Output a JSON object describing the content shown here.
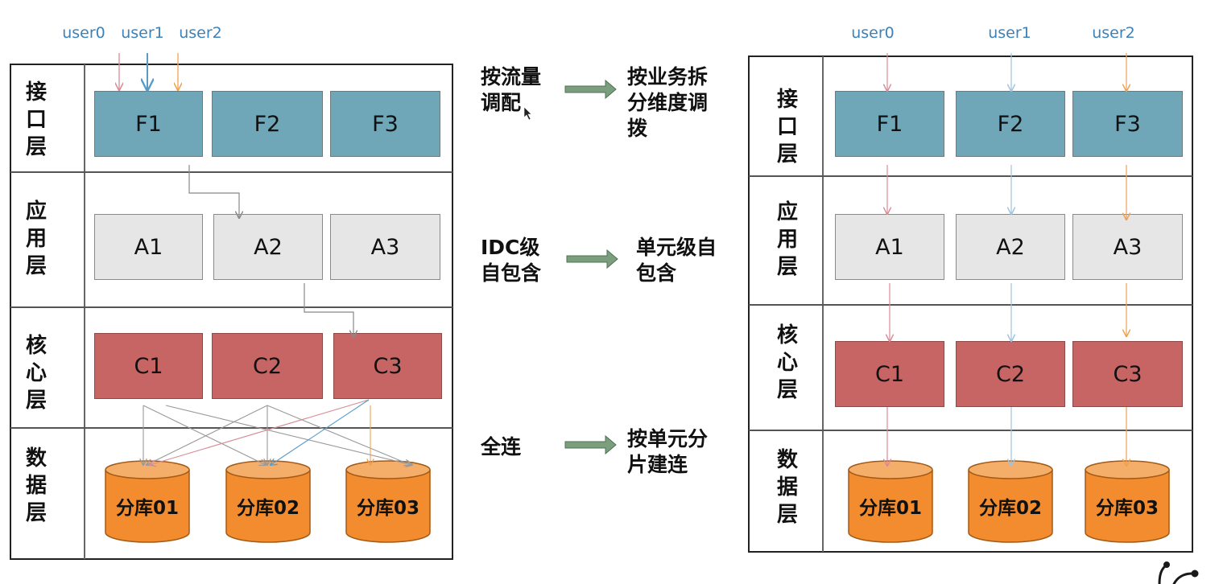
{
  "left": {
    "users": [
      "user0",
      "user1",
      "user2"
    ],
    "layers": [
      "接口层",
      "应用层",
      "核心层",
      "数据层"
    ],
    "interface_boxes": [
      "F1",
      "F2",
      "F3"
    ],
    "app_boxes": [
      "A1",
      "A2",
      "A3"
    ],
    "core_boxes": [
      "C1",
      "C2",
      "C3"
    ],
    "databases": [
      "分库01",
      "分库02",
      "分库03"
    ]
  },
  "middle": {
    "rows": [
      {
        "from": "按流量调配",
        "to": "按业务拆分维度调拨"
      },
      {
        "from": "IDC级自包含",
        "to": "单元级自包含"
      },
      {
        "from": "全连",
        "to": "按单元分片建连"
      }
    ]
  },
  "right": {
    "users": [
      "user0",
      "user1",
      "user2"
    ],
    "layers": [
      "接口层",
      "应用层",
      "核心层",
      "数据层"
    ],
    "interface_boxes": [
      "F1",
      "F2",
      "F3"
    ],
    "app_boxes": [
      "A1",
      "A2",
      "A3"
    ],
    "core_boxes": [
      "C1",
      "C2",
      "C3"
    ],
    "databases": [
      "分库01",
      "分库02",
      "分库03"
    ]
  },
  "colors": {
    "interface": "#6fa6b8",
    "app": "#e6e6e6",
    "core": "#c76464",
    "database": "#f28c2e",
    "arrow": "#7a9e7e",
    "user0_line": "#d98c96",
    "user1_line": "#5a9bc6",
    "user2_line": "#f0a050"
  }
}
